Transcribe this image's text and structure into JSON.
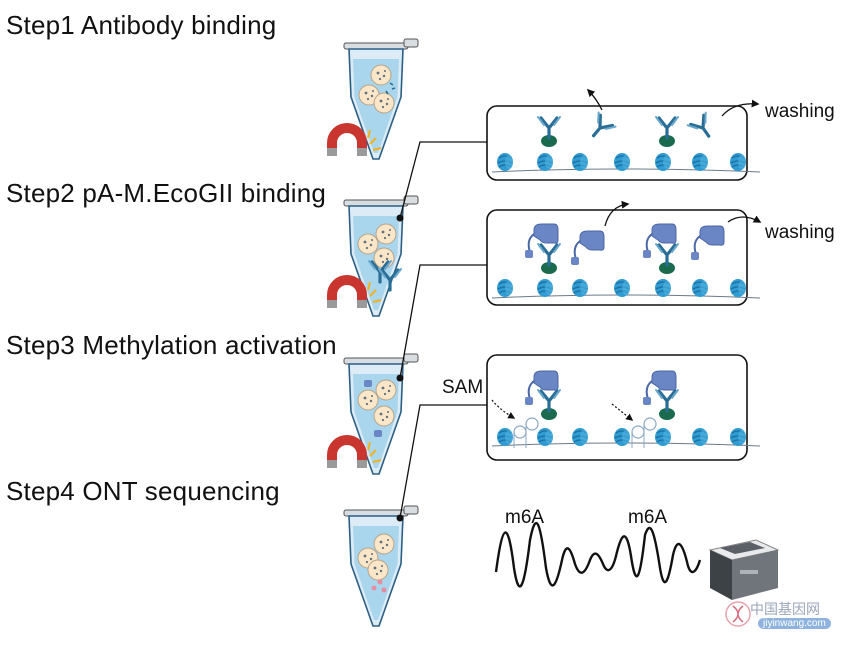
{
  "steps": [
    {
      "title": "Step1 Antibody binding"
    },
    {
      "title": "Step2 pA-M.EcoGII binding"
    },
    {
      "title": "Step3 Methylation activation"
    },
    {
      "title": "Step4 ONT sequencing"
    }
  ],
  "labels": {
    "washing_1": "washing",
    "washing_2": "washing",
    "sam": "SAM",
    "m6a_1": "m6A",
    "m6a_2": "m6A"
  },
  "watermark": {
    "name": "中国基因网",
    "url": "jiyinwang.com"
  },
  "colors": {
    "tube_liquid": "#a9d6ec",
    "tube_body": "#dcebf5",
    "nucleosome": "#2f9bd3",
    "antibody": "#2a6e96",
    "protein": "#6b86c4",
    "green_tag": "#1a6b4e",
    "magnet_red": "#c8362f",
    "magnet_grey": "#9a9a9a",
    "spark": "#f1b21f"
  }
}
